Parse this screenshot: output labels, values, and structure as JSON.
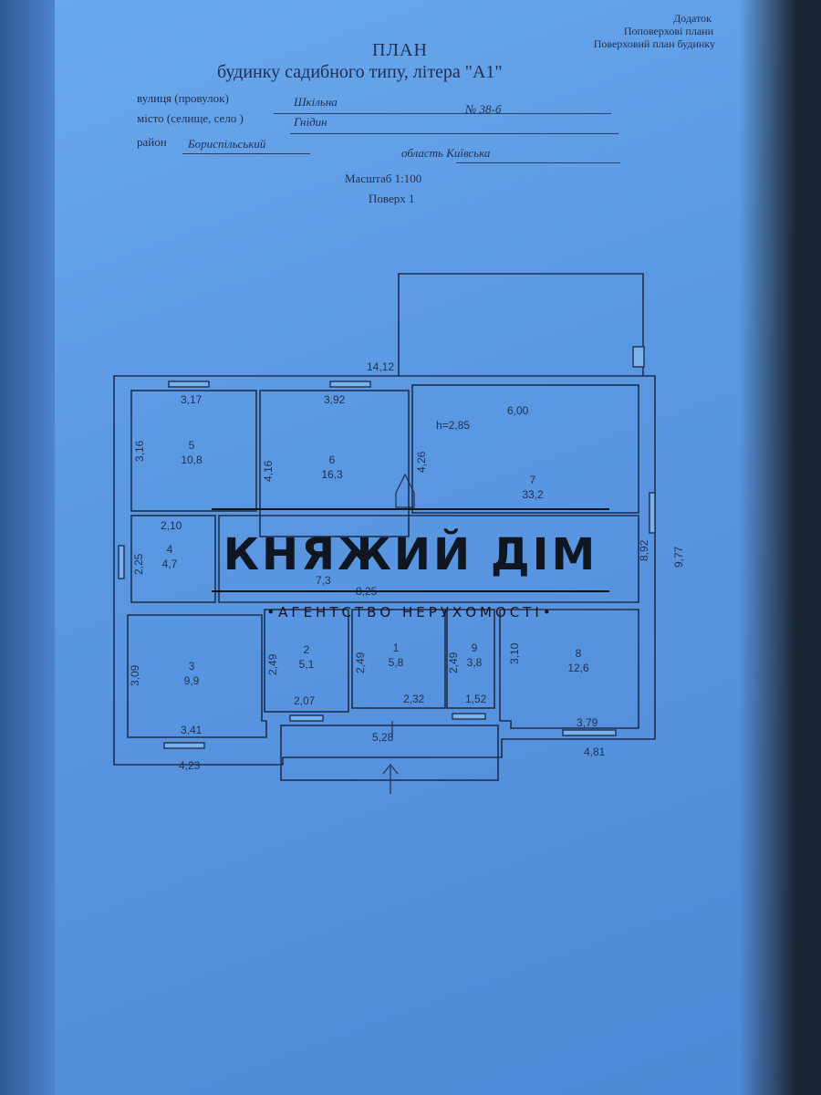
{
  "appendix": {
    "line1": "Додаток",
    "line2": "Поповерхові плани",
    "line3": "Поверховий план будинку"
  },
  "header": {
    "title": "ПЛАН",
    "subtitle": "будинку садибного типу, літера \"А1\""
  },
  "address": {
    "street_label": "вулиця (провулок)",
    "street_value": "Шкільна",
    "number_value": "№ 38-б",
    "city_label": "місто (селище, село )",
    "city_value": "Гнідин",
    "district_label": "район",
    "district_value": "Бориспільський",
    "region_value": "область Київська"
  },
  "scale": {
    "scale_text": "Масштаб 1:100",
    "floor_text": "Поверх 1"
  },
  "plan": {
    "dimensions": {
      "top_total": "14,12",
      "r5_top": "3,17",
      "r6_top": "3,92",
      "r7_top": "6,00",
      "r7_height": "h=2,85",
      "r5_side": "3,16",
      "r6_side": "4,16",
      "r7_side": "4,26",
      "r4_top": "2,10",
      "r4_side": "2,25",
      "corridor_a": "7,3",
      "corridor_b": "8,25",
      "r8_right": "8,92",
      "outer_right": "9,77",
      "r3_side": "3,09",
      "r2_side": "2,49",
      "r1_side": "2,49",
      "r9_side": "2,49",
      "r8_side": "3,10",
      "r2_bottom": "2,07",
      "r1_bottom": "2,32",
      "r9_bottom": "1,52",
      "r3_bottom": "3,41",
      "r8_bottom": "3,79",
      "porch_width": "5,28",
      "left_bottom": "4,23",
      "right_bottom": "4,81"
    },
    "rooms": [
      {
        "num": "5",
        "area": "10,8"
      },
      {
        "num": "6",
        "area": "16,3"
      },
      {
        "num": "7",
        "area": "33,2"
      },
      {
        "num": "4",
        "area": "4,7"
      },
      {
        "num": "3",
        "area": "9,9"
      },
      {
        "num": "2",
        "area": "5,1"
      },
      {
        "num": "1",
        "area": "5,8"
      },
      {
        "num": "9",
        "area": "3,8"
      },
      {
        "num": "8",
        "area": "12,6"
      }
    ]
  },
  "watermark": {
    "brand": "КНЯЖИЙ ДІМ",
    "tagline": "•АГЕНТСТВО НЕРУХОМОСТІ•"
  }
}
